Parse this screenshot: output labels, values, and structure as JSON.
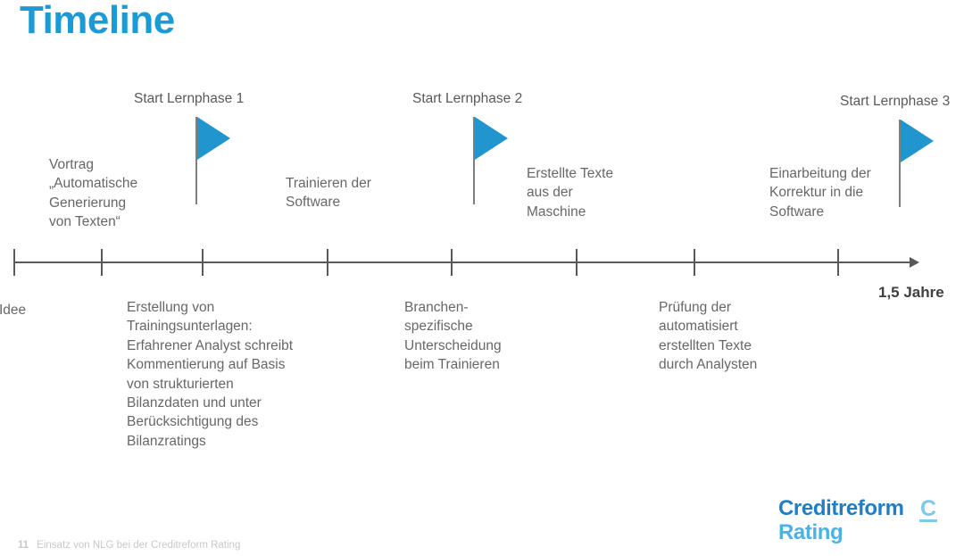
{
  "slide": {
    "title": "Timeline",
    "accent_color": "#1b9ad6",
    "flag_color": "#2196ce",
    "text_color": "#676767",
    "axis_color": "#595959"
  },
  "milestones": [
    {
      "label": "Start Lernphase 1"
    },
    {
      "label": "Start Lernphase 2"
    },
    {
      "label": "Start Lernphase 3"
    }
  ],
  "notes_above": [
    {
      "name": "note-vortrag",
      "text": "Vortrag\n„Automatische\nGenerierung\nvon Texten“"
    },
    {
      "name": "note-trainieren",
      "text": "Trainieren der\nSoftware"
    },
    {
      "name": "note-erstellte-texte",
      "text": "Erstellte Texte\naus der\nMaschine"
    },
    {
      "name": "note-einarbeitung",
      "text": "Einarbeitung der\nKorrektur in die\nSoftware"
    }
  ],
  "notes_below": [
    {
      "name": "label-idee",
      "text": "Idee"
    },
    {
      "name": "label-erstellung",
      "text": "Erstellung von\nTrainingsunterlagen:\nErfahrener Analyst schreibt\nKommentierung auf Basis\nvon strukturierten\nBilanzdaten und unter\nBerücksichtigung des\nBilanzratings"
    },
    {
      "name": "label-branchen",
      "text": "Branchen-\nspezifische\nUnterscheidung\nbeim Trainieren"
    },
    {
      "name": "label-pruefung",
      "text": "Prüfung der\nautomatisiert\nerstellten Texte\ndurch Analysten"
    }
  ],
  "axis": {
    "end_label": "1,5 Jahre",
    "tick_count": 8
  },
  "footer": {
    "page_number": "11",
    "text": "Einsatz von NLG bei der Creditreform Rating"
  },
  "logo": {
    "line1": "Creditreform",
    "line2": "Rating",
    "mark": "C"
  }
}
